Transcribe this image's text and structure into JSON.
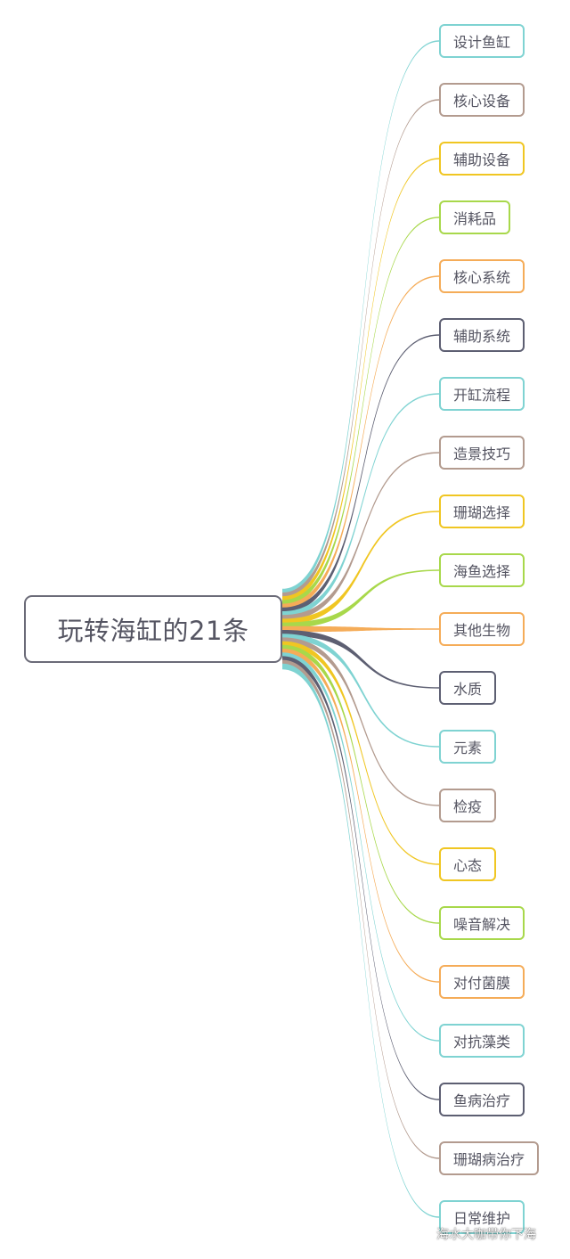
{
  "root": {
    "label": "玩转海缸的21条"
  },
  "colors": {
    "teal": "#7fd3d2",
    "brown": "#b39b8f",
    "yellow": "#f0c622",
    "green": "#a8d84b",
    "orange": "#f5ac58",
    "slate": "#5d5f72"
  },
  "branches": [
    {
      "label": "设计鱼缸",
      "color": "#7fd3d2"
    },
    {
      "label": "核心设备",
      "color": "#b39b8f"
    },
    {
      "label": "辅助设备",
      "color": "#f0c622"
    },
    {
      "label": "消耗品",
      "color": "#a8d84b"
    },
    {
      "label": "核心系统",
      "color": "#f5ac58"
    },
    {
      "label": "辅助系统",
      "color": "#5d5f72"
    },
    {
      "label": "开缸流程",
      "color": "#7fd3d2"
    },
    {
      "label": "造景技巧",
      "color": "#b39b8f"
    },
    {
      "label": "珊瑚选择",
      "color": "#f0c622"
    },
    {
      "label": "海鱼选择",
      "color": "#a8d84b"
    },
    {
      "label": "其他生物",
      "color": "#f5ac58"
    },
    {
      "label": "水质",
      "color": "#5d5f72"
    },
    {
      "label": "元素",
      "color": "#7fd3d2"
    },
    {
      "label": "检疫",
      "color": "#b39b8f"
    },
    {
      "label": "心态",
      "color": "#f0c622"
    },
    {
      "label": "噪音解决",
      "color": "#a8d84b"
    },
    {
      "label": "对付菌膜",
      "color": "#f5ac58"
    },
    {
      "label": "对抗藻类",
      "color": "#7fd3d2"
    },
    {
      "label": "鱼病治疗",
      "color": "#5d5f72"
    },
    {
      "label": "珊瑚病治疗",
      "color": "#b39b8f"
    },
    {
      "label": "日常维护",
      "color": "#7fd3d2"
    }
  ],
  "watermark": {
    "text": "海水大咖带你下海",
    "icon": "wechat-icon"
  }
}
